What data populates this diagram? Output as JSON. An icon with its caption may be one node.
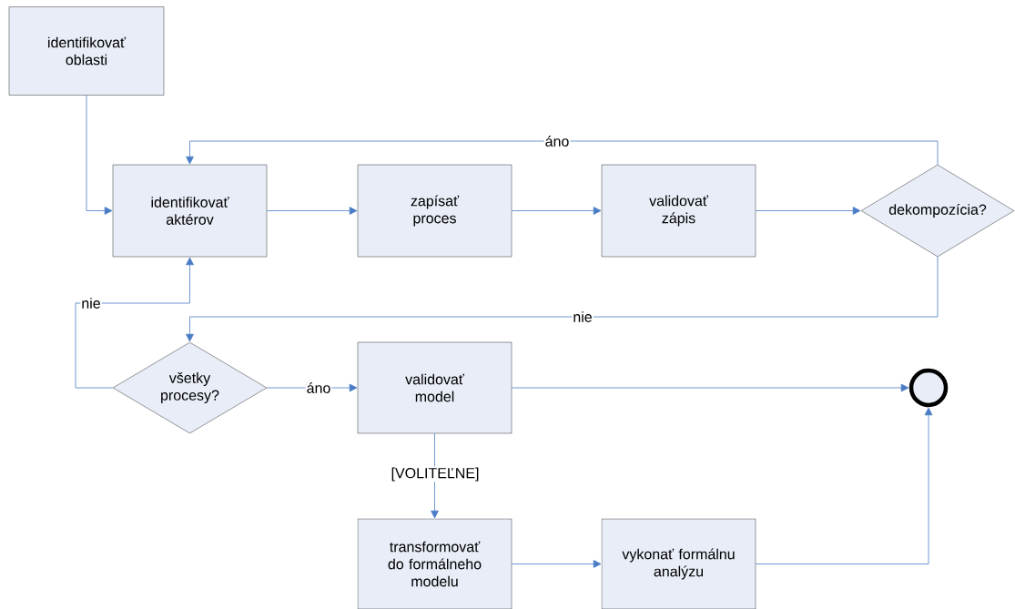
{
  "diagram": {
    "nodes": [
      {
        "text": [
          "identifikovať oblasti"
        ]
      },
      {
        "text": [
          "identifikovať aktérov"
        ]
      },
      {
        "text": [
          "zapísať proces"
        ]
      },
      {
        "text": [
          "validovať zápis"
        ]
      },
      {
        "text": [
          "dekompozícia?"
        ]
      },
      {
        "text": [
          "všetky procesy?"
        ]
      },
      {
        "text": [
          "validovať model"
        ]
      },
      {
        "text": [],
        "shape": "circle"
      },
      {
        "text": [
          "transformovať do formálneho modelu"
        ]
      },
      {
        "text": [
          "vykonať formálnu analýzu"
        ]
      }
    ],
    "edges": [
      {
        "from": 0,
        "to": 1,
        "arrow": "to"
      },
      {
        "from": 1,
        "to": 2,
        "arrow": "to"
      },
      {
        "from": 2,
        "to": 3,
        "arrow": "to"
      },
      {
        "from": 3,
        "to": 4,
        "arrow": "to"
      },
      {
        "from": 4,
        "to": 1,
        "arrow": "to",
        "label": "áno"
      },
      {
        "from": 4,
        "to": 5,
        "arrow": "to",
        "label": "nie"
      },
      {
        "from": 5,
        "to": 1,
        "arrow": "to",
        "label": "nie"
      },
      {
        "from": 5,
        "to": 6,
        "arrow": "to",
        "label": "áno"
      },
      {
        "from": 6,
        "to": 7,
        "arrow": "to"
      },
      {
        "from": 6,
        "to": 8,
        "arrow": "to",
        "label": "[VOLITEĽNE]"
      },
      {
        "from": 8,
        "to": 9,
        "arrow": "to"
      },
      {
        "from": 9,
        "to": 7,
        "arrow": "to"
      }
    ]
  }
}
